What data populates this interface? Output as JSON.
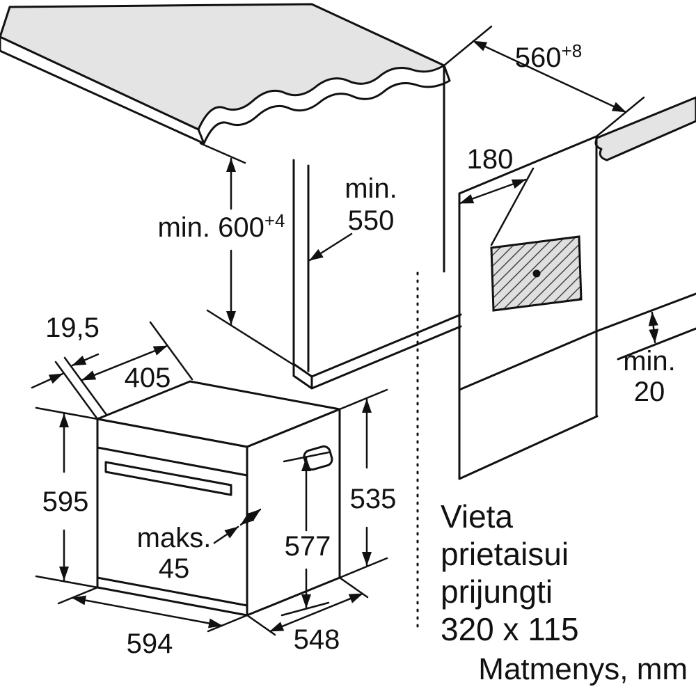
{
  "page": {
    "background": "#ffffff"
  },
  "colors": {
    "line": "#111111",
    "surface": "#e4e4e4",
    "hatch_bg": "#dfdfdf"
  },
  "labels": {
    "niche_depth_main": "560",
    "niche_depth_sup": "+8",
    "niche_height_main": "min. 600",
    "niche_height_sup": "+4",
    "niche_min_depth_1": "min.",
    "niche_min_depth_2": "550",
    "connection_offset": "180",
    "side_clearance_1": "min.",
    "side_clearance_2": "20",
    "door_overhang": "19,5",
    "top_depth": "405",
    "oven_height": "595",
    "handle_max_1": "maks.",
    "handle_max_2": "45",
    "front_height": "577",
    "body_height": "535",
    "oven_width": "594",
    "oven_depth": "548",
    "connection_note_1": "Vieta",
    "connection_note_2": "prietaisui",
    "connection_note_3": "prijungti",
    "connection_note_4": "320 x 115",
    "units_note": "Matmenys, mm"
  }
}
